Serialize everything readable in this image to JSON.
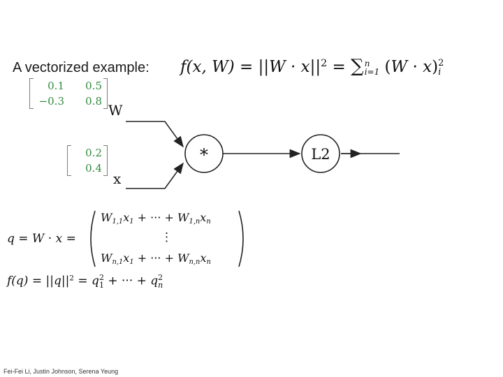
{
  "slide": {
    "title": "A vectorized example:",
    "formula": "f(x, W) = ||W · x||² = ∑ⁿᵢ₌₁ (W · x)²ᵢ",
    "footer": "Fei-Fei Li, Justin Johnson, Serena Yeung"
  },
  "graph": {
    "w_matrix": [
      [
        "0.1",
        "0.5"
      ],
      [
        "−0.3",
        "0.8"
      ]
    ],
    "w_label": "W",
    "x_vector": [
      "0.2",
      "0.4"
    ],
    "x_label": "x",
    "mult_node": "*",
    "l2_node": "L2"
  },
  "equations": {
    "q_lhs": "q = W · x =",
    "q_matrix_rows": [
      "W1,1x1 + ··· + W1,nxn",
      "⋮",
      "Wn,1x1 + ··· + Wn,nxn"
    ],
    "f_eq": "f(q) = ||q||² = q₁² + ··· + qₙ²"
  }
}
